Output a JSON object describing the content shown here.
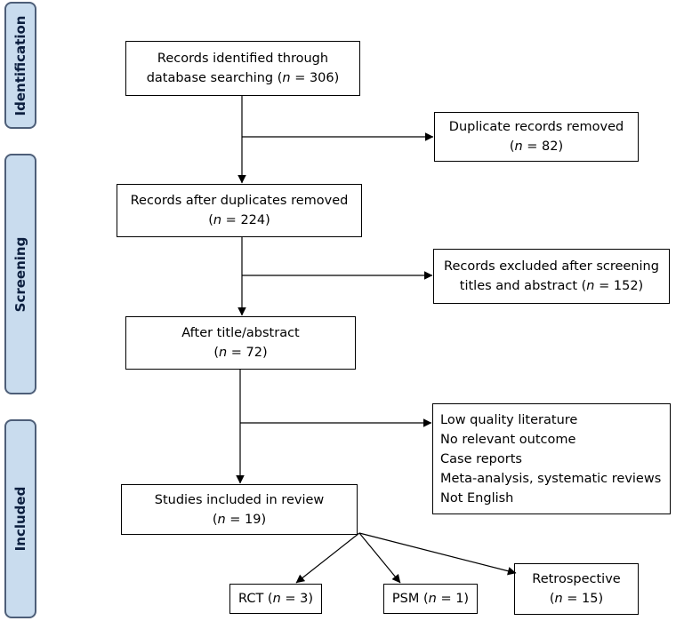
{
  "phases": {
    "identification": "Identification",
    "screening": "Screening",
    "included": "Included"
  },
  "boxes": {
    "identified": {
      "line1": "Records identified through",
      "line2_prefix": "database searching (",
      "n_var": "n",
      "line2_suffix": " = 306)"
    },
    "duplicates": {
      "line1": "Duplicate records removed",
      "line2_prefix": "(",
      "n_var": "n",
      "line2_suffix": " = 82)"
    },
    "after_dupes": {
      "line1": "Records after duplicates removed",
      "line2_prefix": "(",
      "n_var": "n",
      "line2_suffix": " = 224)"
    },
    "excluded": {
      "line1": "Records excluded after screening",
      "line2_prefix": "titles and abstract (",
      "n_var": "n",
      "line2_suffix": " = 152)"
    },
    "after_title": {
      "line1": "After title/abstract",
      "line2_prefix": "(",
      "n_var": "n",
      "line2_suffix": " = 72)"
    },
    "exclusion_reasons": [
      "Low quality literature",
      "No relevant outcome",
      "Case reports",
      "Meta-analysis, systematic reviews",
      "Not English"
    ],
    "included": {
      "line1": "Studies included in review",
      "line2_prefix": "(",
      "n_var": "n",
      "line2_suffix": " = 19)"
    },
    "rct": {
      "prefix": "RCT (",
      "n_var": "n",
      "suffix": " = 3)"
    },
    "psm": {
      "prefix": "PSM (",
      "n_var": "n",
      "suffix": " = 1)"
    },
    "retro": {
      "line1": "Retrospective",
      "line2_prefix": "(",
      "n_var": "n",
      "line2_suffix": " = 15)"
    }
  }
}
